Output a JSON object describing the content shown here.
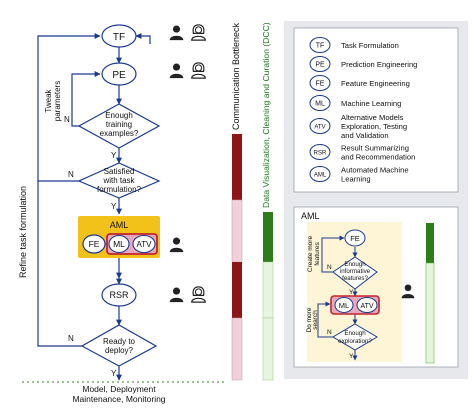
{
  "colors": {
    "flow": "#1a3a8f",
    "node_fill": "#ffffff",
    "aml_gold": "#f2c21b",
    "aml_red": "#c0262d",
    "aml_pink": "#e8a8bc",
    "bar_red_dark": "#8e1515",
    "bar_red": "#b82020",
    "bar_pink": "#f1d0dc",
    "bar_green_dark": "#2e7d1b",
    "bar_green": "#5fb847",
    "bar_green_light": "#e6f5dd",
    "panel_bg": "#e6e8ec",
    "dotted_green": "#5a9e4a"
  },
  "icons": [
    "person-icon",
    "woman-icon"
  ],
  "flow": {
    "tf": "TF",
    "pe": "PE",
    "enough_training": [
      "Enough",
      "training",
      "examples?"
    ],
    "satisfied": [
      "Satisfied",
      "with task",
      "formulation?"
    ],
    "aml_title": "AML",
    "fe": "FE",
    "ml": "ML",
    "atv": "ATV",
    "rsr": "RSR",
    "ready": [
      "Ready to",
      "deploy?"
    ],
    "y": "Y",
    "n": "N",
    "tweak": [
      "Tweak",
      "parameters"
    ],
    "refine": "Refine task formulation",
    "bottom": [
      "Model, Deployment",
      "Maintenance, Monitoring"
    ]
  },
  "bars": {
    "communication": "Communication Bottleneck",
    "dvcc": "Data Visualization, Cleaning and Curation (DCC)"
  },
  "legend": [
    {
      "abbr": "TF",
      "label": [
        "Task Formulation"
      ]
    },
    {
      "abbr": "PE",
      "label": [
        "Prediction Engineering"
      ]
    },
    {
      "abbr": "FE",
      "label": [
        "Feature Engineering"
      ]
    },
    {
      "abbr": "ML",
      "label": [
        "Machine Learning"
      ]
    },
    {
      "abbr": "ATV",
      "label": [
        "Alternative Models",
        "Exploration, Testing",
        "and Validation"
      ]
    },
    {
      "abbr": "RSR",
      "label": [
        "Result Summarizing",
        "and Recommendation"
      ]
    },
    {
      "abbr": "AML",
      "label": [
        "Automated Machine",
        "Learning"
      ]
    }
  ],
  "aml_panel": {
    "title": "AML",
    "fe": "FE",
    "create_more": [
      "Create more",
      "features"
    ],
    "enough_informative": [
      "Enough",
      "informative",
      "features?"
    ],
    "ml": "ML",
    "atv": "ATV",
    "do_more": [
      "Do more",
      "search"
    ],
    "enough_exploration": [
      "Enough",
      "exploration?"
    ],
    "y": "Y",
    "n": "N"
  }
}
